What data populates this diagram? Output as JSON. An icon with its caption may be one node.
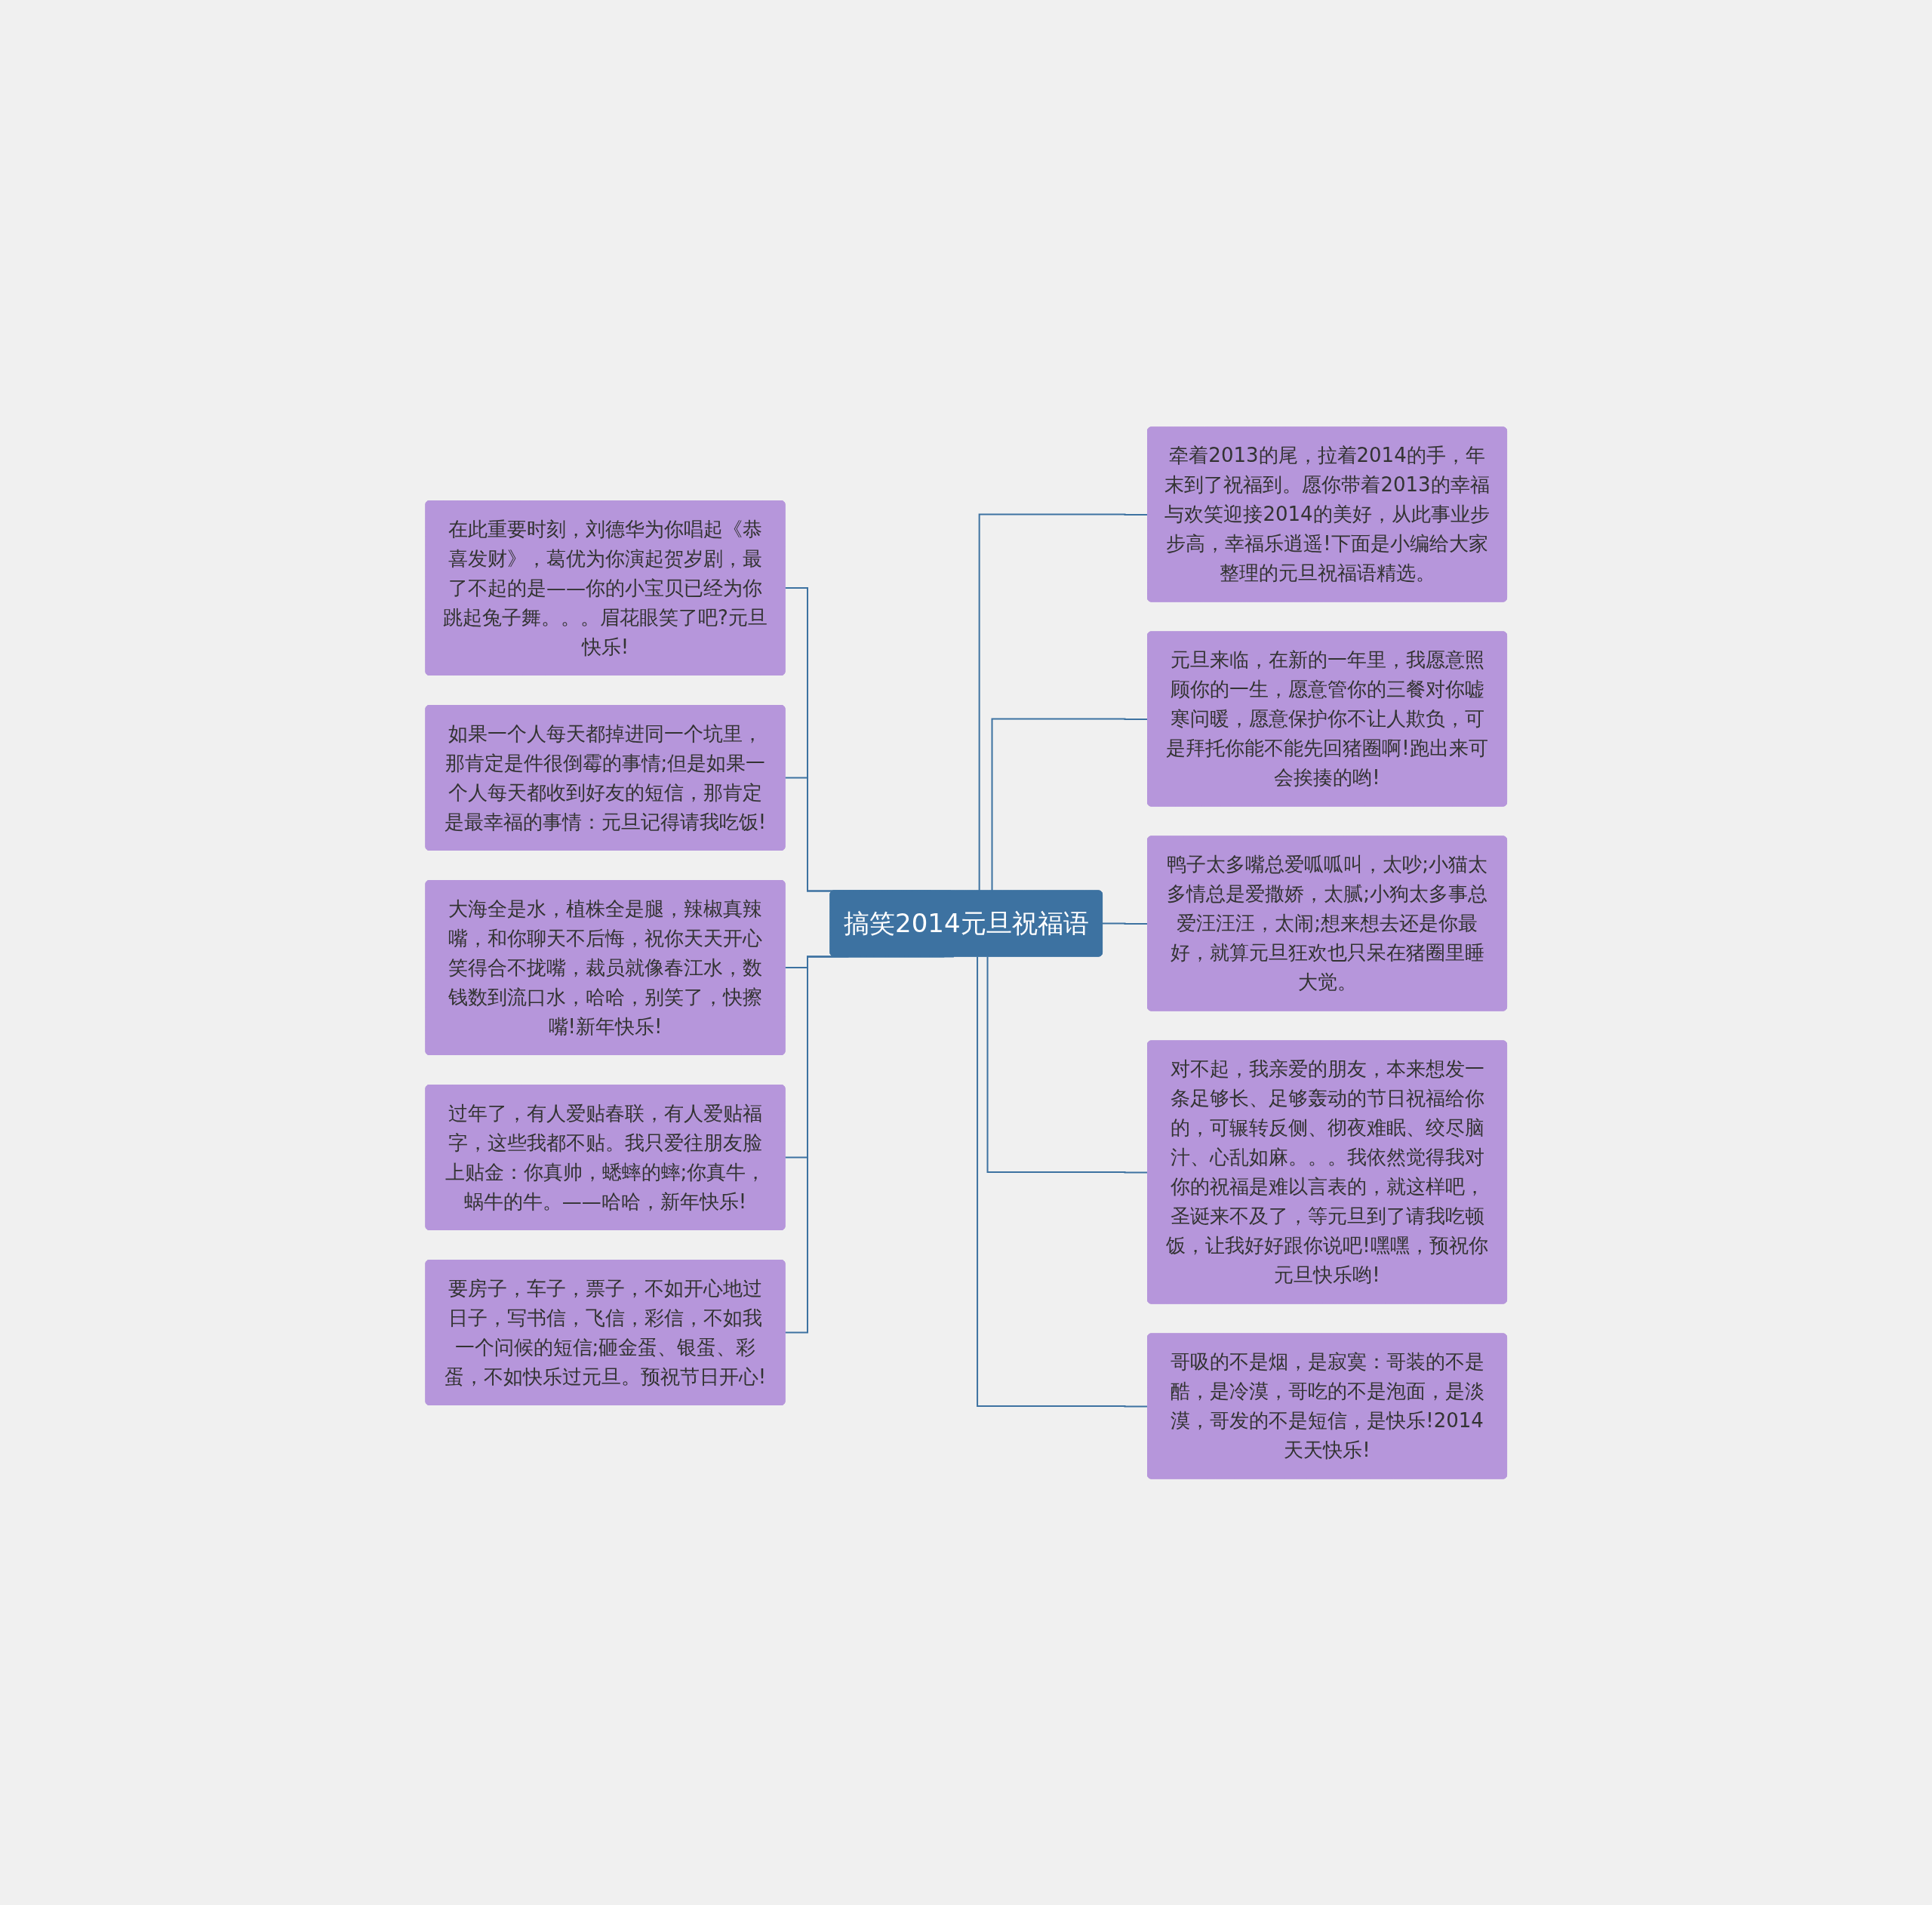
{
  "diagram": {
    "nodes": [
      {
        "text": [
          "搞笑2014元旦祝福语"
        ]
      },
      {
        "text": [
          "在此重要时刻，刘德华为你唱起《恭喜发财》，葛优为你演起贺岁剧，最了不起的是——你的小宝贝已经为你跳起兔子舞。。。眉花眼笑了吧?元旦快乐!"
        ]
      },
      {
        "text": [
          "如果一个人每天都掉进同一个坑里，那肯定是件很倒霉的事情;但是如果一个人每天都收到好友的短信，那肯定是最幸福的事情：元旦记得请我吃饭!"
        ]
      },
      {
        "text": [
          "大海全是水，植株全是腿，辣椒真辣嘴，和你聊天不后悔，祝你天天开心笑得合不拢嘴，裁员就像春江水，数钱数到流口水，哈哈，别笑了，快擦嘴!新年快乐!"
        ]
      },
      {
        "text": [
          "过年了，有人爱贴春联，有人爱贴福字，这些我都不贴。我只爱往朋友脸上贴金：你真帅，蟋蟀的蟀;你真牛，蜗牛的牛。——哈哈，新年快乐!"
        ]
      },
      {
        "text": [
          "要房子，车子，票子，不如开心地过日子，写书信，飞信，彩信，不如我一个问候的短信;砸金蛋、银蛋、彩蛋，不如快乐过元旦。预祝节日开心!"
        ]
      },
      {
        "text": [
          "牵着2013的尾，拉着2014的手，年末到了祝福到。愿你带着2013的幸福与欢笑迎接2014的美好，从此事业步步高，幸福乐逍遥!下面是小编给大家整理的元旦祝福语精选。"
        ]
      },
      {
        "text": [
          "元旦来临，在新的一年里，我愿意照顾你的一生，愿意管你的三餐对你嘘寒问暖，愿意保护你不让人欺负，可是拜托你能不能先回猪圈啊!跑出来可会挨揍的哟!"
        ]
      },
      {
        "text": [
          "鸭子太多嘴总爱呱呱叫，太吵;小猫太多情总是爱撒娇，太腻;小狗太多事总爱汪汪汪，太闹;想来想去还是你最好，就算元旦狂欢也只呆在猪圈里睡大觉。"
        ]
      },
      {
        "text": [
          "对不起，我亲爱的朋友，本来想发一条足够长、足够轰动的节日祝福给你的，可辗转反侧、彻夜难眠、绞尽脑汁、心乱如麻。。。我依然觉得我对你的祝福是难以言表的，就这样吧，圣诞来不及了，等元旦到了请我吃顿饭，让我好好跟你说吧!嘿嘿，预祝你元旦快乐哟!"
        ]
      },
      {
        "text": [
          "哥吸的不是烟，是寂寞：哥装的不是酷，是冷漠，哥吃的不是泡面，是淡漠，哥发的不是短信，是快乐!2014天天快乐!"
        ]
      }
    ],
    "edges": [
      {
        "from": 1,
        "to": 0,
        "arrow": "none"
      },
      {
        "from": 2,
        "to": 0,
        "arrow": "none"
      },
      {
        "from": 3,
        "to": 0,
        "arrow": "none"
      },
      {
        "from": 4,
        "to": 0,
        "arrow": "none"
      },
      {
        "from": 5,
        "to": 0,
        "arrow": "none"
      },
      {
        "from": 0,
        "to": 6,
        "arrow": "none"
      },
      {
        "from": 0,
        "to": 7,
        "arrow": "none"
      },
      {
        "from": 0,
        "to": 8,
        "arrow": "none"
      },
      {
        "from": 0,
        "to": 9,
        "arrow": "none"
      },
      {
        "from": 0,
        "to": 10,
        "arrow": "none"
      }
    ]
  }
}
